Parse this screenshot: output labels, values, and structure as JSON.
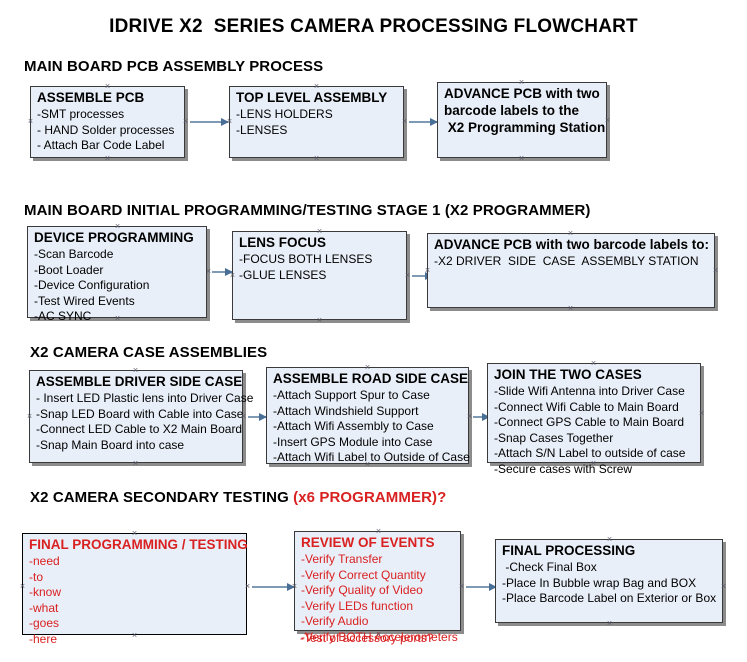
{
  "title": "IDRIVE X2  SERIES CAMERA PROCESSING FLOWCHART",
  "colors": {
    "node_fill": "#e9eff8",
    "node_border": "#000000",
    "arrow": "#7f9ab5",
    "accent_red": "#d92121",
    "text": "#000000"
  },
  "sections": [
    {
      "heading": "MAIN BOARD PCB ASSEMBLY PROCESS",
      "heading_accent": "",
      "nodes": [
        {
          "title": "ASSEMBLE PCB",
          "lines": [
            "-SMT processes",
            "- HAND Solder processes",
            "- Attach Bar Code Label"
          ]
        },
        {
          "title": "TOP LEVEL ASSEMBLY",
          "lines": [
            "-LENS HOLDERS",
            "-LENSES"
          ]
        },
        {
          "title": "ADVANCE PCB with two",
          "lines": [
            "barcode labels to the",
            " X2 Programming Station"
          ]
        }
      ]
    },
    {
      "heading": "MAIN BOARD INITIAL PROGRAMMING/TESTING STAGE 1 (X2 PROGRAMMER)",
      "heading_accent": "",
      "nodes": [
        {
          "title": "DEVICE PROGRAMMING",
          "lines": [
            "-Scan Barcode",
            "-Boot Loader",
            "-Device Configuration",
            "-Test Wired Events",
            "-AC SYNC"
          ]
        },
        {
          "title": "LENS FOCUS",
          "lines": [
            "-FOCUS BOTH LENSES",
            "-GLUE LENSES"
          ]
        },
        {
          "title": "ADVANCE PCB with two barcode labels to:",
          "lines": [
            "-X2 DRIVER  SIDE  CASE  ASSEMBLY STATION"
          ]
        }
      ]
    },
    {
      "heading": "X2 CAMERA CASE ASSEMBLIES",
      "heading_accent": "",
      "nodes": [
        {
          "title": "ASSEMBLE DRIVER SIDE CASE",
          "lines": [
            "- Insert LED Plastic lens into Driver Case",
            "-Snap LED Board with Cable into Case",
            "-Connect LED Cable to X2 Main Board",
            "-Snap Main Board into case"
          ]
        },
        {
          "title": "ASSEMBLE ROAD SIDE CASE",
          "lines": [
            "-Attach Support Spur to Case",
            "-Attach Windshield Support",
            "-Attach Wifi Assembly to Case",
            "-Insert GPS Module into Case",
            "-Attach Wifi Label to Outside of Case"
          ]
        },
        {
          "title": "JOIN THE TWO CASES",
          "lines": [
            "-Slide Wifi Antenna into Driver Case",
            "-Connect Wifi Cable to Main Board",
            "-Connect GPS Cable to Main Board",
            "-Snap Cases Together",
            "-Attach S/N Label to outside of case",
            "-Secure cases with Screw"
          ]
        }
      ]
    },
    {
      "heading": "X2 CAMERA SECONDARY TESTING ",
      "heading_accent": "(x6 PROGRAMMER)?",
      "nodes": [
        {
          "title": "FINAL PROGRAMMING / TESTING",
          "lines": [
            "-need",
            "-to",
            "-know",
            "-what",
            "-goes",
            "-here"
          ]
        },
        {
          "title": "REVIEW OF EVENTS",
          "lines": [
            "-Verify Transfer",
            "-Verify Correct Quantity",
            "-Verify Quality of Video",
            "-Verify LEDs function",
            "-Verify Audio",
            "-Verify BOTH Accelerometers"
          ],
          "overflow_line": "-Test of accessory ports?"
        },
        {
          "title": "FINAL PROCESSING",
          "lines": [
            " -Check Final Box",
            "-Place In Bubble wrap Bag and BOX",
            "-Place Barcode Label on Exterior or Box"
          ]
        }
      ]
    }
  ]
}
